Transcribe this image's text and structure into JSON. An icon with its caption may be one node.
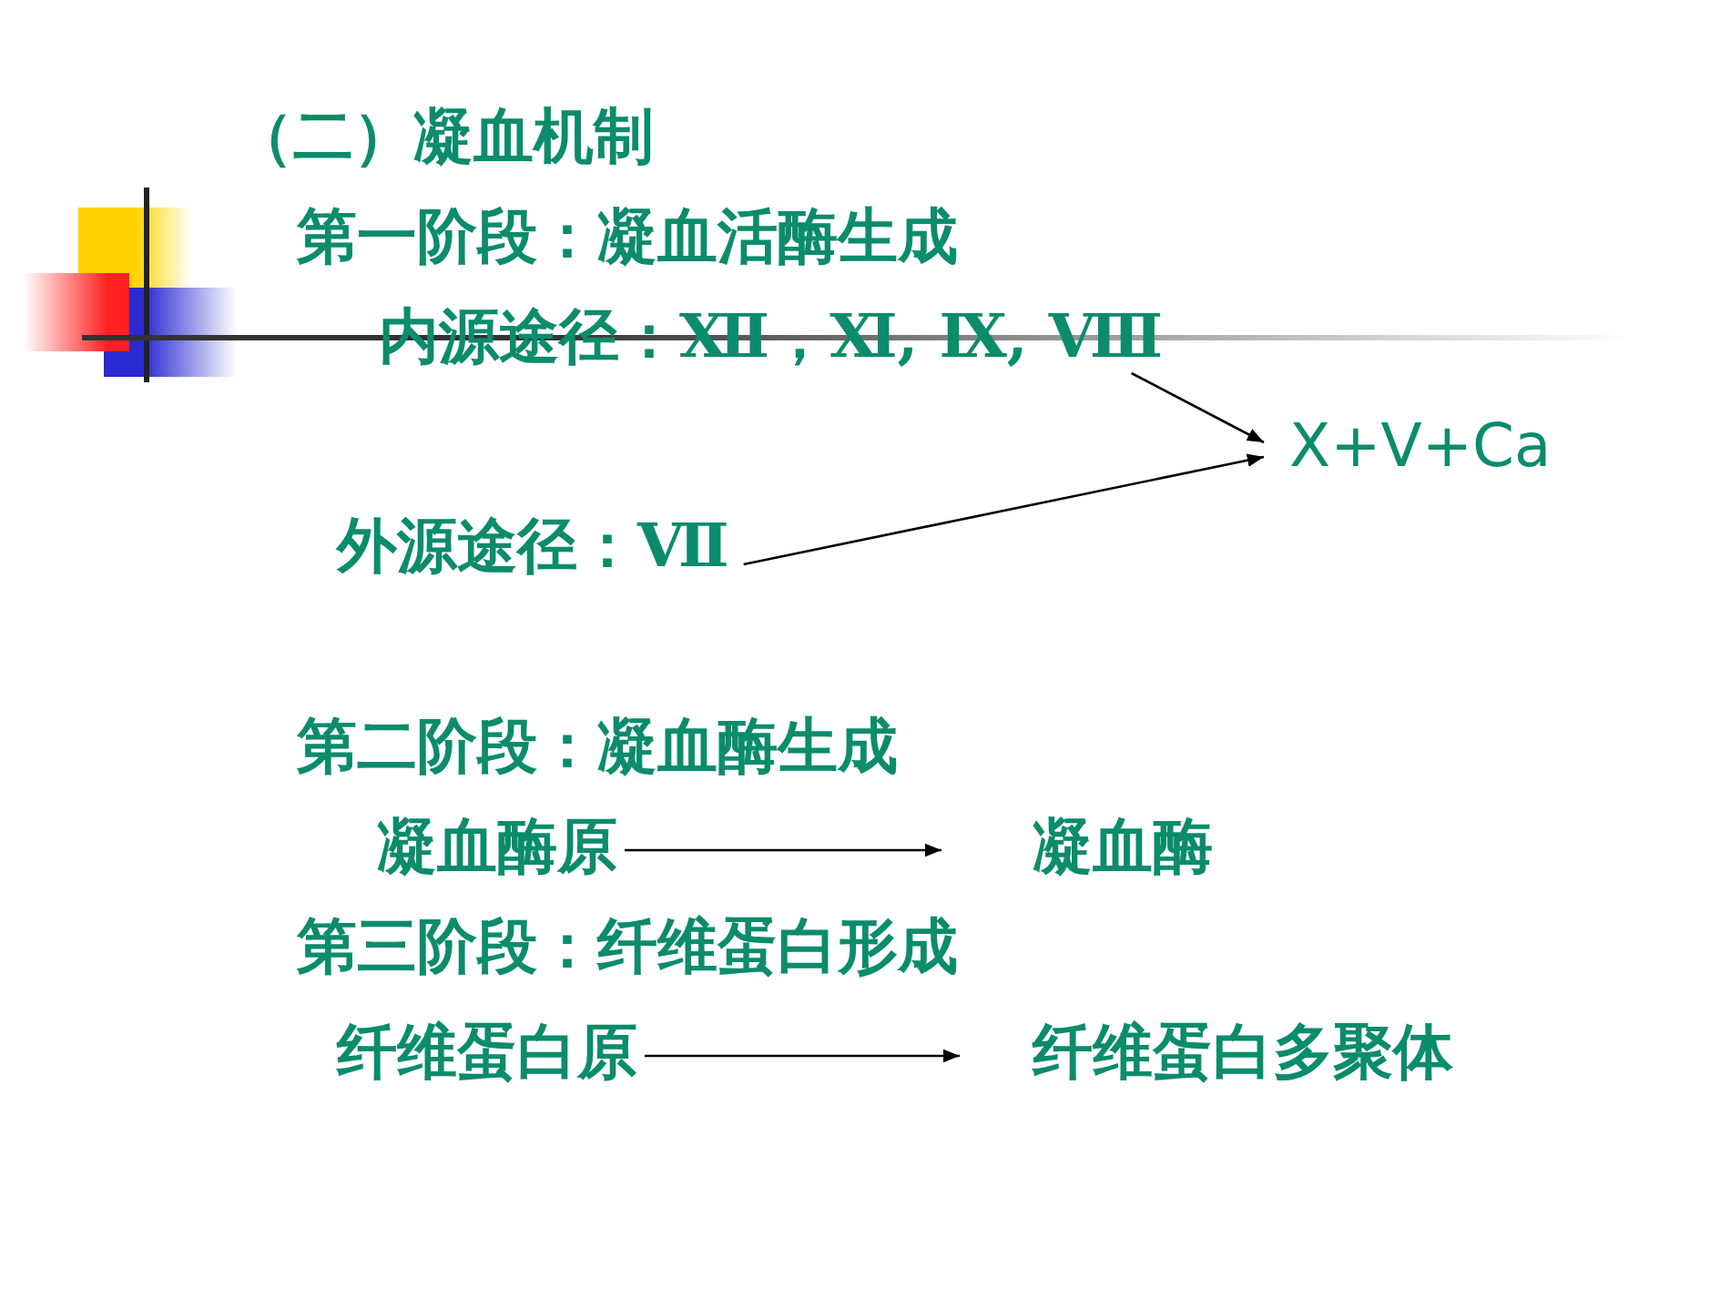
{
  "diagram": {
    "title": "（二）凝血机制",
    "nodes": [
      {
        "text": [
          "内源途径：Ⅻ，Ⅺ, Ⅸ, Ⅷ"
        ]
      },
      {
        "text": [
          "Ⅹ+Ⅴ+Ca"
        ]
      },
      {
        "text": [
          "外源途径：Ⅶ"
        ]
      },
      {
        "text": [
          "凝血酶原"
        ]
      },
      {
        "text": [
          "凝血酶"
        ]
      },
      {
        "text": [
          "纤维蛋白原"
        ]
      },
      {
        "text": [
          "纤维蛋白多聚体"
        ]
      }
    ],
    "edges": [
      {
        "from": 0,
        "to": 1,
        "arrow": "to"
      },
      {
        "from": 2,
        "to": 1,
        "arrow": "to"
      },
      {
        "from": 3,
        "to": 4,
        "arrow": "to"
      },
      {
        "from": 5,
        "to": 6,
        "arrow": "to"
      }
    ],
    "labels": [
      "第一阶段：凝血活酶生成",
      "第二阶段：凝血酶生成",
      "第三阶段：纤维蛋白形成"
    ]
  }
}
